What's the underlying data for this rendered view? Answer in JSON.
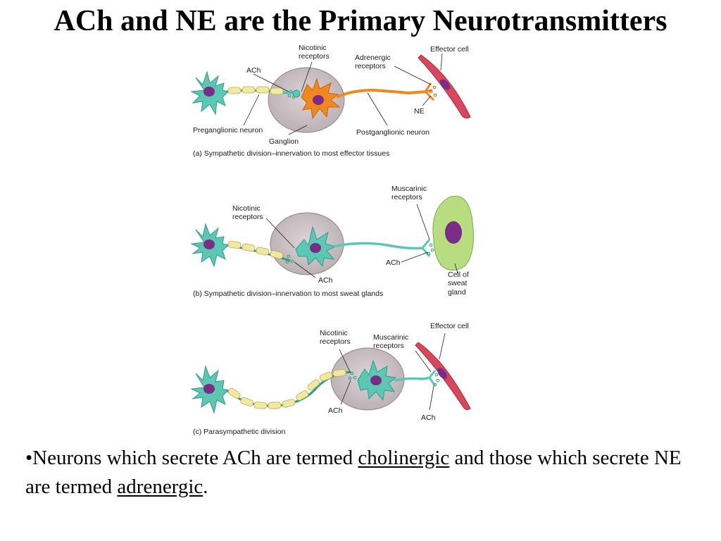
{
  "title": "ACh and NE are the Primary Neurotransmitters",
  "panels": {
    "a": {
      "nicotinic": [
        "Nicotinic",
        "receptors"
      ],
      "ach": "ACh",
      "adrenergic": [
        "Adrenergic",
        "receptors"
      ],
      "effector": "Effector cell",
      "ne": "NE",
      "preganglionic": "Preganglionic neuron",
      "ganglion": "Ganglion",
      "postganglionic": "Postganglionic neuron",
      "caption": "(a) Sympathetic division–innervation to most effector tissues"
    },
    "b": {
      "nicotinic": [
        "Nicotinic",
        "receptors"
      ],
      "muscarinic": [
        "Muscarinic",
        "receptors"
      ],
      "ach_ganglion": "ACh",
      "ach_gland": "ACh",
      "gland": [
        "Cell of",
        "sweat",
        "gland"
      ],
      "caption": "(b) Sympathetic division–innervation to most sweat glands"
    },
    "c": {
      "nicotinic": [
        "Nicotinic",
        "receptors"
      ],
      "muscarinic": [
        "Muscarinic",
        "receptors"
      ],
      "effector": "Effector cell",
      "ach_ganglion": "ACh",
      "ach_effector": "ACh",
      "caption": "(c) Parasympathetic division"
    }
  },
  "bullet": {
    "prefix": "•Neurons which secrete ACh are termed ",
    "term1": "cholinergic",
    "middle": " and those which secrete NE are termed ",
    "term2": "adrenergic",
    "suffix": "."
  },
  "colors": {
    "teal": "#5cc8b3",
    "orange": "#f0871f",
    "myelin": "#f1e9a0",
    "ganglion": "#c9bfc3",
    "muscle": "#d8475c",
    "gland": "#b8dd80",
    "nucleus": "#7a2c86"
  }
}
